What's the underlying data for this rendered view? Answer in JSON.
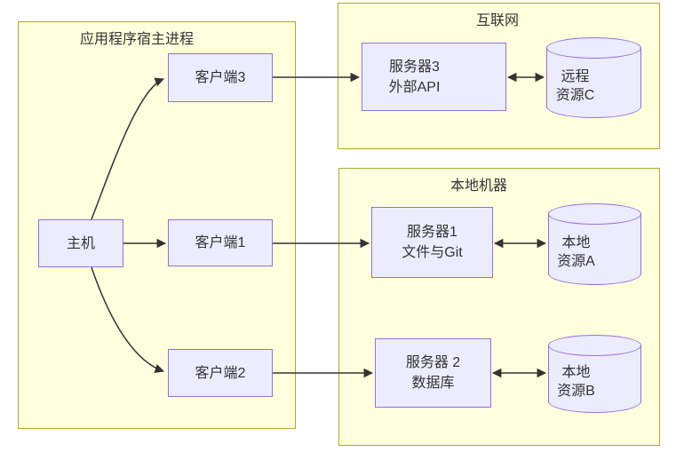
{
  "diagram": {
    "type": "flowchart",
    "clusters": [
      {
        "title": "应用程序宿主进程"
      },
      {
        "title": "互联网"
      },
      {
        "title": "本地机器"
      }
    ],
    "nodes": {
      "host": {
        "label": "主机"
      },
      "client3": {
        "label": "客户端3"
      },
      "client1": {
        "label": "客户端1"
      },
      "client2": {
        "label": "客户端2"
      },
      "server3": {
        "line1": "服务器3",
        "line2": "外部API"
      },
      "server1": {
        "line1": "服务器1",
        "line2": "文件与Git"
      },
      "server2": {
        "line1": "服务器 2",
        "line2": "数据库"
      },
      "resourceC": {
        "line1": "远程",
        "line2": "资源C"
      },
      "resourceA": {
        "line1": "本地",
        "line2": "资源A"
      },
      "resourceB": {
        "line1": "本地",
        "line2": "资源B"
      }
    },
    "edges": [
      {
        "from": "主机",
        "to": "客户端3",
        "style": "arrow"
      },
      {
        "from": "主机",
        "to": "客户端1",
        "style": "arrow"
      },
      {
        "from": "主机",
        "to": "客户端2",
        "style": "arrow"
      },
      {
        "from": "客户端3",
        "to": "服务器3 外部API",
        "style": "arrow"
      },
      {
        "from": "客户端1",
        "to": "服务器1 文件与Git",
        "style": "arrow"
      },
      {
        "from": "客户端2",
        "to": "服务器 2 数据库",
        "style": "arrow"
      },
      {
        "from": "服务器3 外部API",
        "to": "远程 资源C",
        "style": "double-arrow"
      },
      {
        "from": "服务器1 文件与Git",
        "to": "本地 资源A",
        "style": "double-arrow"
      },
      {
        "from": "服务器 2 数据库",
        "to": "本地 资源B",
        "style": "double-arrow"
      }
    ],
    "colors": {
      "node_fill": "#ECECFF",
      "node_border": "#9370DB",
      "cluster_fill": "#FFFFDE",
      "cluster_border": "#AAAA33",
      "edge": "#333333",
      "text": "#333333",
      "background": "#FFFFFF"
    }
  }
}
